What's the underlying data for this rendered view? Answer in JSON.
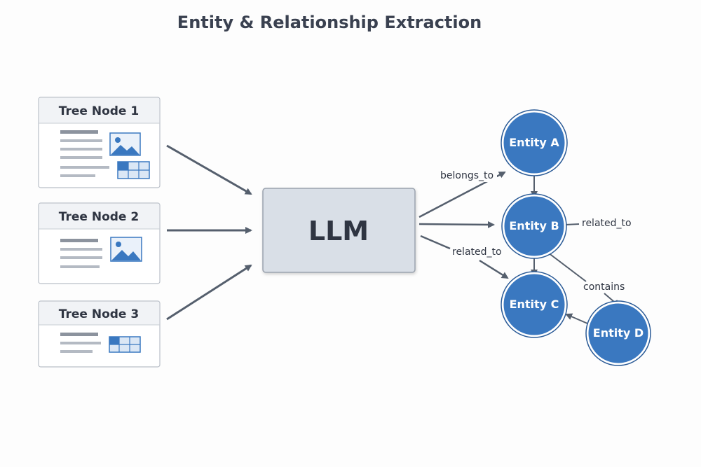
{
  "title": "Entity & Relationship Extraction",
  "tree_nodes": [
    "Tree Node 1",
    "Tree Node 2",
    "Tree Node 3"
  ],
  "llm_label": "LLM",
  "entities": {
    "a": "Entity A",
    "b": "Entity B",
    "c": "Entity C",
    "d": "Entity D"
  },
  "edge_labels": {
    "belongs_to": "belongs_to",
    "related_to_right": "related_to",
    "related_to_left": "related_to",
    "contains": "contains"
  },
  "colors": {
    "entity_fill": "#3a78c0",
    "entity_stroke": "#2a5a96",
    "arrow": "#555f6d",
    "llm_fill": "#d9dfe7",
    "accent_blue": "#3a78c0"
  }
}
